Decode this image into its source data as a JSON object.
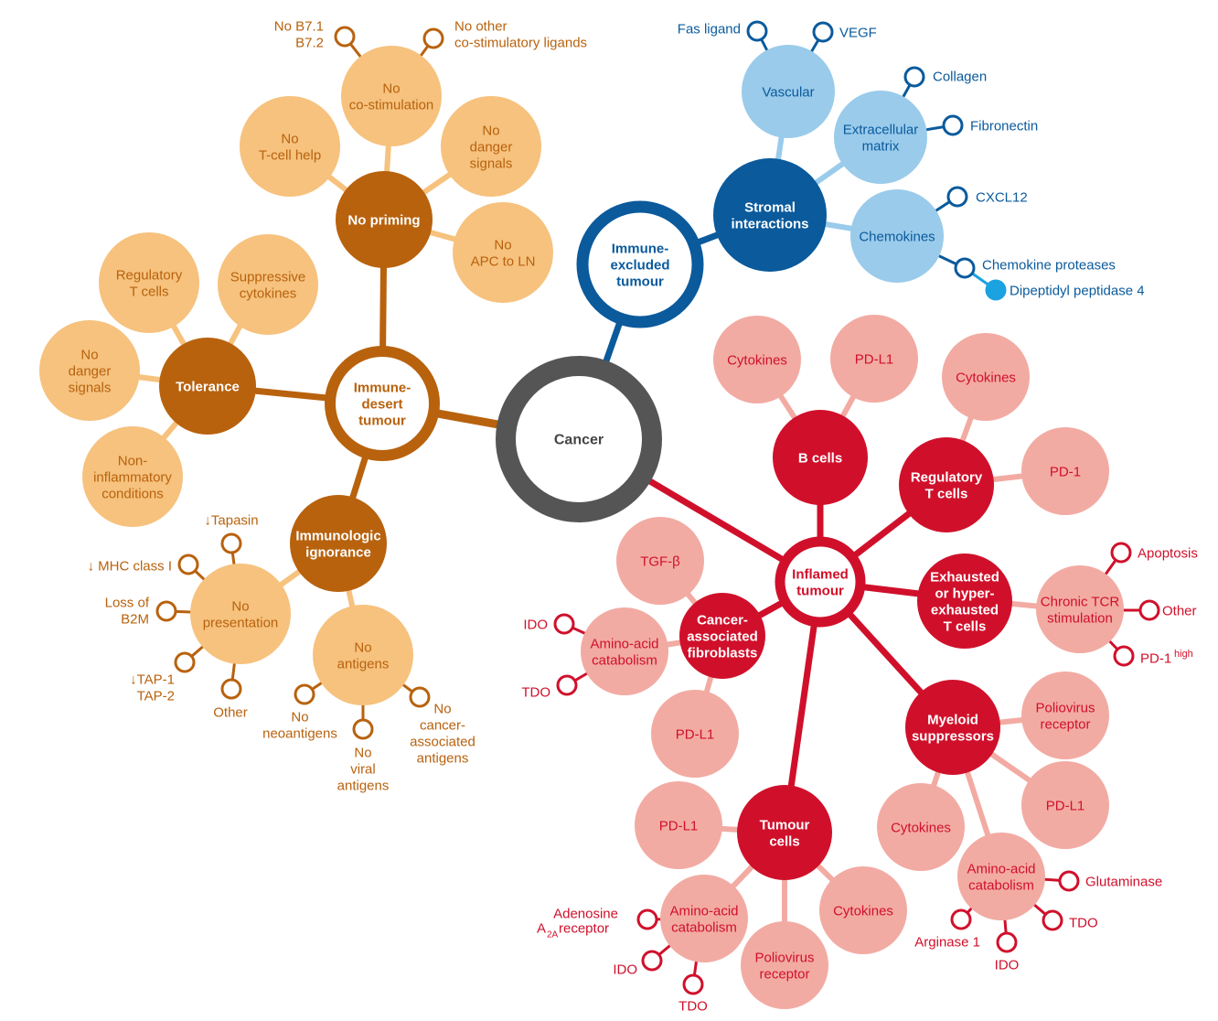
{
  "colors": {
    "orange_dark": "#B8620E",
    "orange_light": "#F6C27E",
    "orange_text": "#B8620E",
    "blue_dark": "#0A5A9C",
    "blue_light": "#9ACBEB",
    "blue_text": "#0A5A9C",
    "blue_dot": "#1BA2E0",
    "red_dark": "#D0102B",
    "red_light": "#F2ABA3",
    "red_text": "#C8102E",
    "grey": "#555555",
    "background": "#FFFFFF"
  },
  "center": {
    "label": "Cancer"
  },
  "hubs": {
    "immune_desert": "Immune-\ndesert\ntumour",
    "immune_excluded": "Immune-\nexcluded\ntumour",
    "inflamed": "Inflamed\ntumour"
  },
  "desert": {
    "no_priming": {
      "label": "No priming",
      "children": {
        "no_costimulation": "No\nco-stimulation",
        "no_tcell_help": "No\nT-cell help",
        "no_danger_signals": "No\ndanger\nsignals",
        "no_apc_to_ln": "No\nAPC to LN"
      },
      "leaves": {
        "no_b71_b72": "No B7.1\nB7.2",
        "no_other_ligands": "No other\nco-stimulatory ligands"
      }
    },
    "tolerance": {
      "label": "Tolerance",
      "children": {
        "regulatory_t_cells": "Regulatory\nT cells",
        "suppressive_cytokines": "Suppressive\ncytokines",
        "no_danger_signals": "No\ndanger\nsignals",
        "non_inflammatory": "Non-\ninflammatory\nconditions"
      }
    },
    "immunologic_ignorance": {
      "label": "Immunologic\nignorance",
      "children": {
        "no_presentation": "No\npresentation",
        "no_antigens": "No\nantigens"
      },
      "leaves": {
        "tapasin": "↓Tapasin",
        "mhc_class_i": "↓ MHC class I",
        "loss_b2m": "Loss of\nB2M",
        "tap": "↓TAP-1\nTAP-2",
        "other": "Other",
        "no_neoantigens": "No\nneoantigens",
        "no_viral_antigens": "No\nviral\nantigens",
        "no_cancer_antigens": "No\ncancer-\nassociated\nantigens"
      }
    }
  },
  "excluded": {
    "stromal": {
      "label": "Stromal\ninteractions",
      "children": {
        "vascular": "Vascular",
        "ecm": "Extracellular\nmatrix",
        "chemokines": "Chemokines"
      },
      "leaves": {
        "fas_ligand": "Fas ligand",
        "vegf": "VEGF",
        "collagen": "Collagen",
        "fibronectin": "Fibronectin",
        "cxcl12": "CXCL12",
        "chemokine_proteases": "Chemokine proteases",
        "dpp4": "Dipeptidyl peptidase 4"
      }
    }
  },
  "inflamed": {
    "b_cells": {
      "label": "B cells",
      "children": {
        "cytokines": "Cytokines",
        "pdl1": "PD-L1"
      }
    },
    "treg": {
      "label": "Regulatory\nT cells",
      "children": {
        "cytokines": "Cytokines",
        "pd1": "PD-1"
      }
    },
    "exhausted": {
      "label": "Exhausted\nor hyper-\nexhausted\nT cells",
      "children": {
        "chronic_tcr": "Chronic TCR\nstimulation"
      },
      "leaves": {
        "apoptosis": "Apoptosis",
        "other": "Other",
        "pd1_high": "PD-1",
        "pd1_high_sup": "high"
      }
    },
    "myeloid": {
      "label": "Myeloid\nsuppressors",
      "children": {
        "poliovirus_receptor": "Poliovirus\nreceptor",
        "pdl1": "PD-L1",
        "cytokines": "Cytokines",
        "amino_acid": "Amino-acid\ncatabolism"
      },
      "leaves": {
        "glutaminase": "Glutaminase",
        "tdo": "TDO",
        "ido": "IDO",
        "arginase": "Arginase 1"
      }
    },
    "tumour_cells": {
      "label": "Tumour\ncells",
      "children": {
        "pdl1": "PD-L1",
        "amino_acid": "Amino-acid\ncatabolism",
        "poliovirus_receptor": "Poliovirus\nreceptor",
        "cytokines": "Cytokines"
      },
      "leaves": {
        "adenosine": "Adenosine",
        "a2a_a": "A",
        "a2a_sub": "2A",
        "a2a_rest": " receptor",
        "ido": "IDO",
        "tdo": "TDO"
      }
    },
    "caf": {
      "label": "Cancer-\nassociated\nfibroblasts",
      "children": {
        "tgfb": "TGF-β",
        "amino_acid": "Amino-acid\ncatabolism",
        "pdl1": "PD-L1"
      },
      "leaves": {
        "ido": "IDO",
        "tdo": "TDO"
      }
    }
  }
}
